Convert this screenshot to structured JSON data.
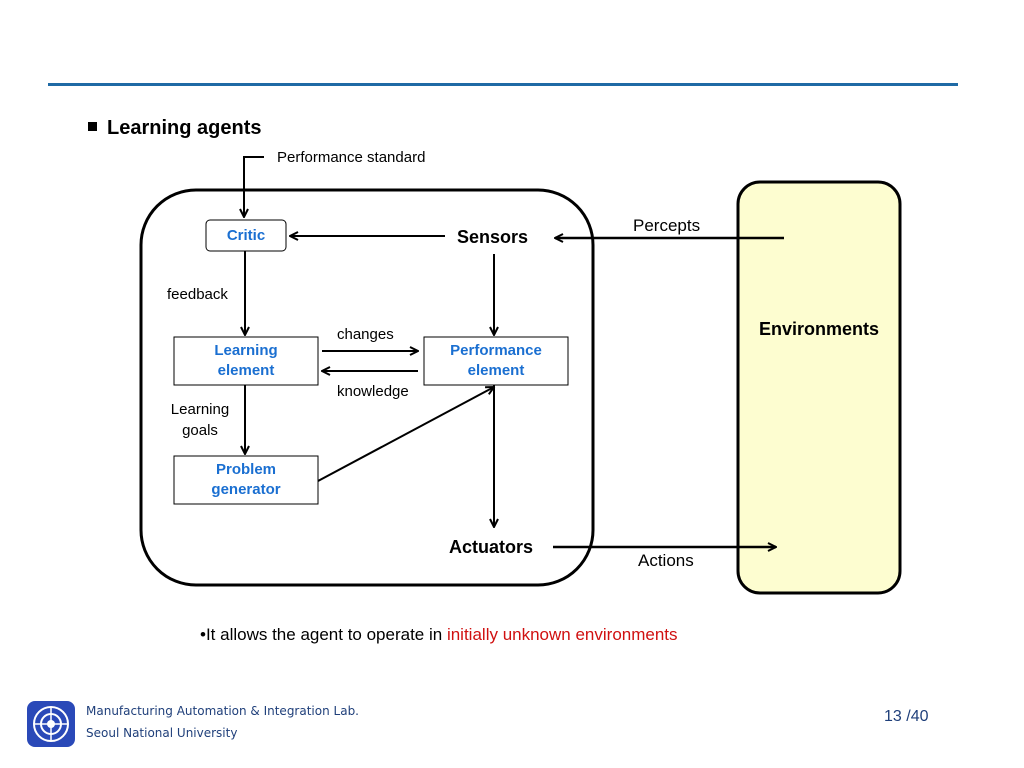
{
  "slide": {
    "title": "Learning agents",
    "page": "13 /40"
  },
  "diagram": {
    "performance_standard": "Performance standard",
    "critic": "Critic",
    "sensors": "Sensors",
    "percepts": "Percepts",
    "environments": "Environments",
    "feedback": "feedback",
    "learning_element": [
      "Learning",
      "element"
    ],
    "performance_element": [
      "Performance",
      "element"
    ],
    "changes": "changes",
    "knowledge": "knowledge",
    "learning_goals": [
      "Learning",
      "goals"
    ],
    "problem_generator": [
      "Problem",
      "generator"
    ],
    "actuators": "Actuators",
    "actions": "Actions"
  },
  "bullet": {
    "prefix": "It allows the agent to operate in ",
    "highlight": "initially unknown environments"
  },
  "footer": {
    "lab": "Manufacturing Automation & Integration Lab.",
    "university": "Seoul National University"
  },
  "colors": {
    "node_text": "#1a6fd1",
    "environment_fill": "#fdfdd0",
    "highlight": "#d01010",
    "accent_line": "#1f6aa5"
  }
}
